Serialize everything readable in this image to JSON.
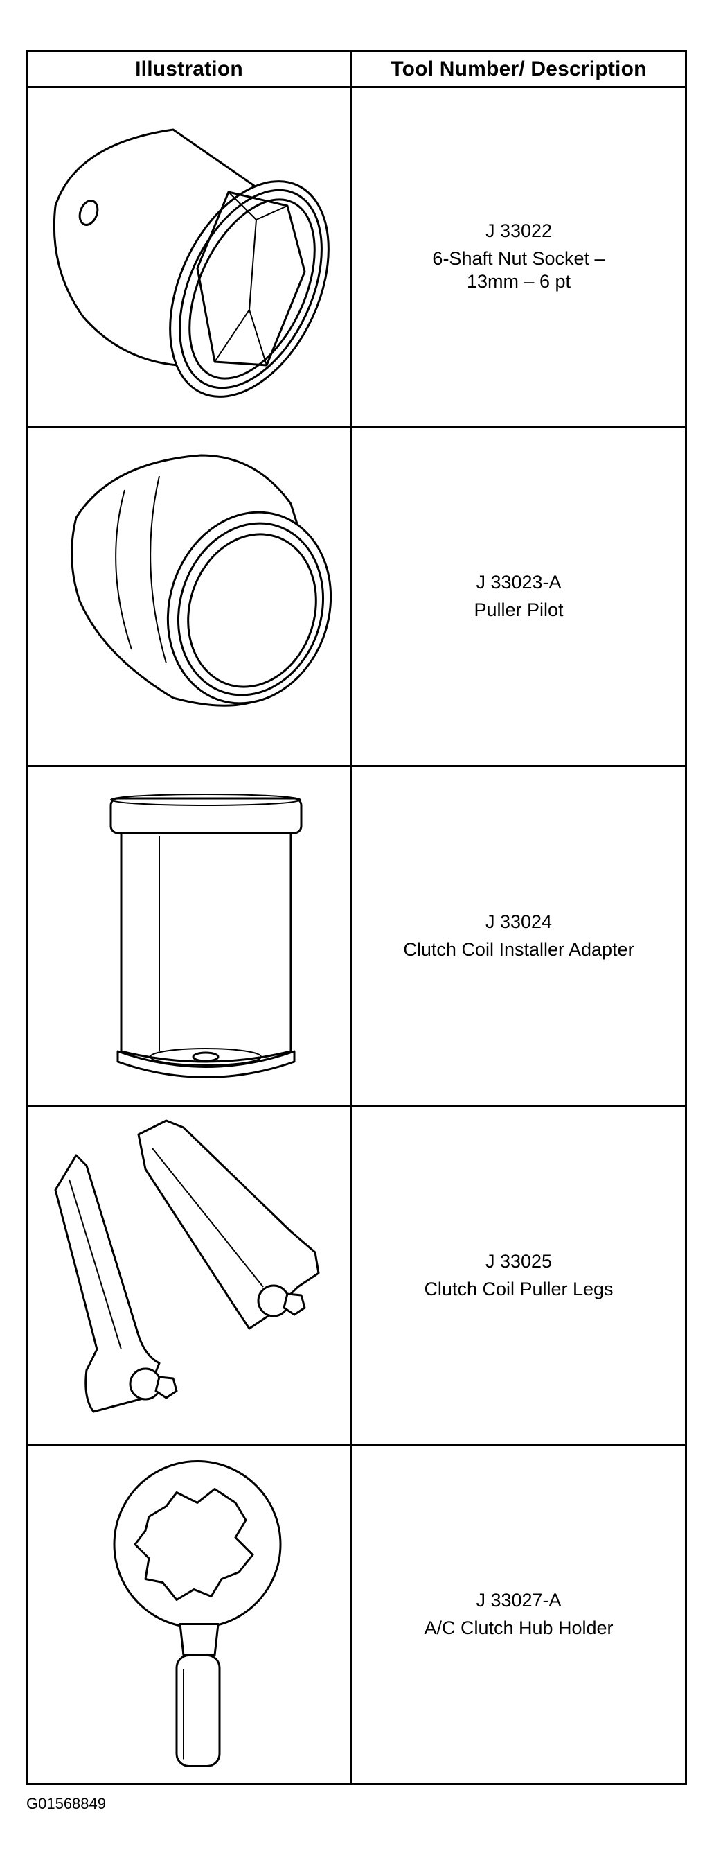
{
  "table": {
    "header_illustration": "Illustration",
    "header_description": "Tool Number/ Description",
    "rows": [
      {
        "tool_number": "J 33022",
        "description": "6-Shaft Nut Socket –\n13mm – 6 pt",
        "illustration_icon": "hex-socket-icon"
      },
      {
        "tool_number": "J 33023-A",
        "description": "Puller Pilot",
        "illustration_icon": "puller-pilot-icon"
      },
      {
        "tool_number": "J 33024",
        "description": "Clutch Coil Installer Adapter",
        "illustration_icon": "installer-adapter-icon"
      },
      {
        "tool_number": "J 33025",
        "description": "Clutch Coil Puller Legs",
        "illustration_icon": "puller-legs-icon"
      },
      {
        "tool_number": "J 33027-A",
        "description": "A/C Clutch Hub Holder",
        "illustration_icon": "hub-holder-icon"
      }
    ]
  },
  "figure_id": "G01568849"
}
